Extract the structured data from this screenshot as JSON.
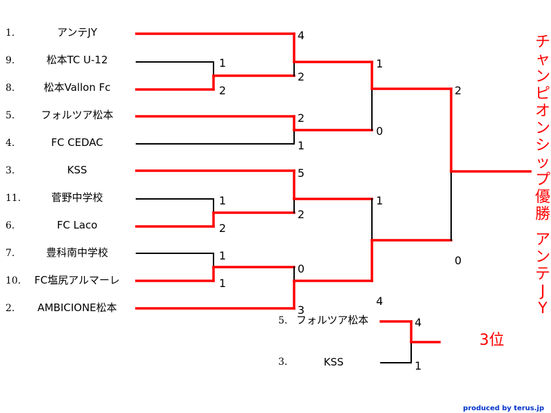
{
  "round1": [
    {
      "seed": "1.",
      "team": "アンテJY"
    },
    {
      "seed": "9.",
      "team": "松本TC U-12"
    },
    {
      "seed": "8.",
      "team": "松本Vallon Fc"
    },
    {
      "seed": "5.",
      "team": "フォルツア松本"
    },
    {
      "seed": "4.",
      "team": "FC CEDAC"
    },
    {
      "seed": "3.",
      "team": "KSS"
    },
    {
      "seed": "11.",
      "team": "菅野中学校"
    },
    {
      "seed": "6.",
      "team": "FC Laco"
    },
    {
      "seed": "7.",
      "team": "豊科南中学校"
    },
    {
      "seed": "10.",
      "team": "FC塩尻アルマーレ"
    },
    {
      "seed": "2.",
      "team": "AMBICIONE松本"
    }
  ],
  "scores": {
    "m_9_8": [
      "1",
      "2"
    ],
    "m_1_w98": [
      "4",
      "2"
    ],
    "m_5_4": [
      "2",
      "1"
    ],
    "m_sf1": [
      "1",
      "0"
    ],
    "m_11_6": [
      "1",
      "2"
    ],
    "m_3_w116": [
      "5",
      "2"
    ],
    "m_7_10": [
      "1",
      "1"
    ],
    "m_w710_2": [
      "0",
      "3"
    ],
    "m_sf2": [
      "1",
      "4"
    ],
    "m_final": [
      "2",
      "0"
    ],
    "m_third": [
      "4",
      "1"
    ]
  },
  "champion_label": "チャンピオンシップ優勝 アンテJY",
  "third_place": {
    "title": "3位",
    "teams": [
      {
        "seed": "5.",
        "team": "フォルツア松本"
      },
      {
        "seed": "3.",
        "team": "KSS"
      }
    ]
  },
  "credit": "produced by terus.jp",
  "colors": {
    "winner_line": "#ff0000",
    "loser_line": "#000000"
  }
}
